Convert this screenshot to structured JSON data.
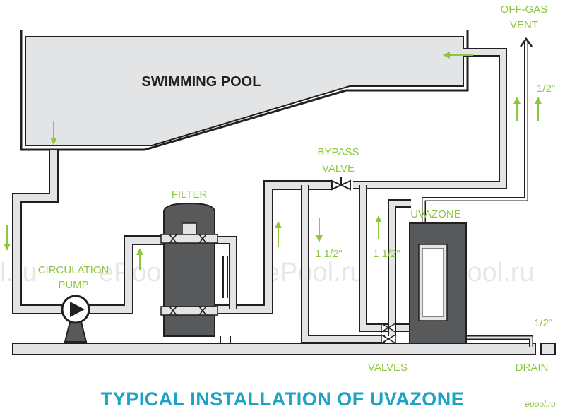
{
  "labels": {
    "pool": "SWIMMING POOL",
    "filter": "FILTER",
    "pump_line1": "CIRCULATION",
    "pump_line2": "PUMP",
    "bypass_line1": "BYPASS",
    "bypass_line2": "VALVE",
    "uvazone": "UVAZONE",
    "offgas_line1": "OFF-GAS",
    "offgas_line2": "VENT",
    "size_vent": "1/2\"",
    "size_left": "1 1/2\"",
    "size_right": "1 1/2\"",
    "size_drain": "1/2\"",
    "valves": "VALVES",
    "drain": "DRAIN"
  },
  "title": "TYPICAL INSTALLATION OF UVAZONE",
  "watermarks": [
    "l.ru",
    "ePool.ru",
    "ePool.ru",
    "ePool.ru"
  ],
  "corner_mark": "epool.ru",
  "colors": {
    "pipe_fill": "#e3e4e5",
    "outline": "#231f20",
    "arrow": "#8dc63f",
    "title": "#1fa3c4",
    "unit": "#58595b"
  },
  "icons": [
    "flow-arrow-icon",
    "valve-icon",
    "pump-icon"
  ]
}
